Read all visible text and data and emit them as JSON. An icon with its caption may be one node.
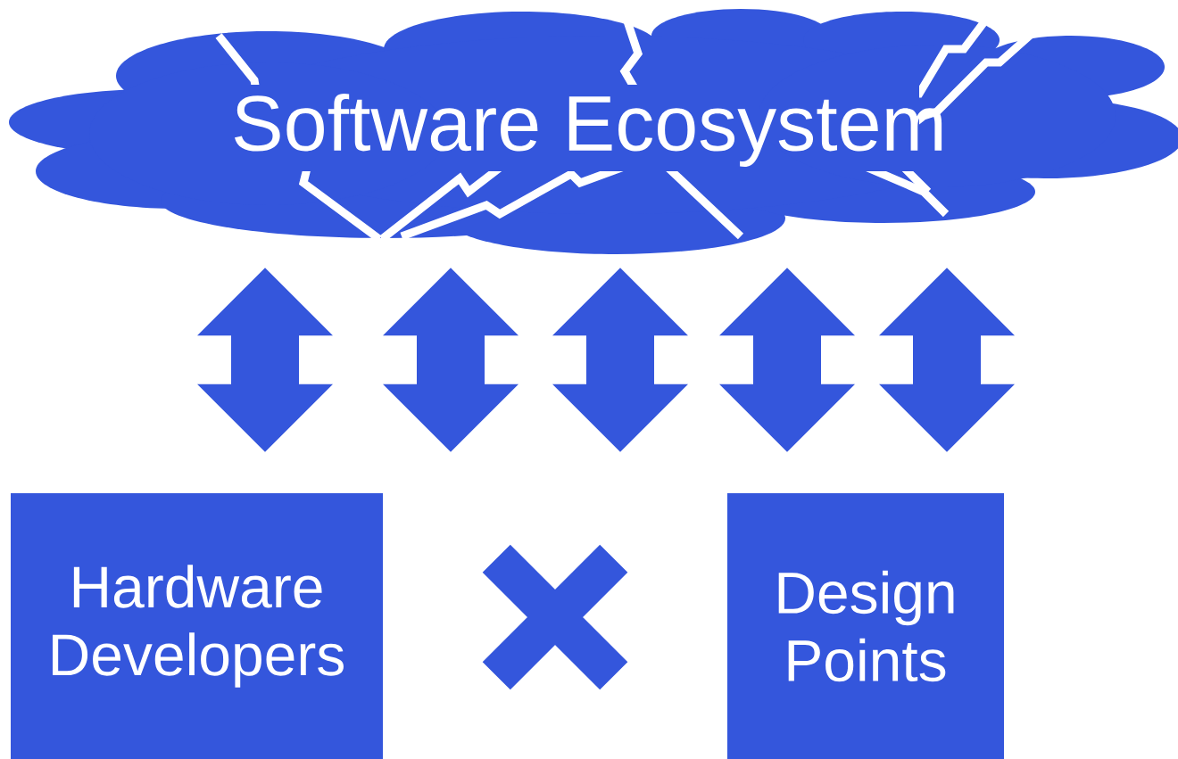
{
  "diagram": {
    "nodes": [
      {
        "text": [
          "Software Ecosystem"
        ]
      },
      {
        "text": [
          "Hardware Developers"
        ]
      },
      {
        "text": [],
        "shape": "cross"
      },
      {
        "text": [
          "Design Points"
        ]
      }
    ],
    "edges": [
      {
        "from": 0,
        "to": 1,
        "arrow": "both"
      },
      {
        "from": 0,
        "to": 1,
        "arrow": "both"
      },
      {
        "from": 0,
        "to": 2,
        "arrow": "both"
      },
      {
        "from": 0,
        "to": 3,
        "arrow": "both"
      },
      {
        "from": 0,
        "to": 3,
        "arrow": "both"
      }
    ]
  }
}
